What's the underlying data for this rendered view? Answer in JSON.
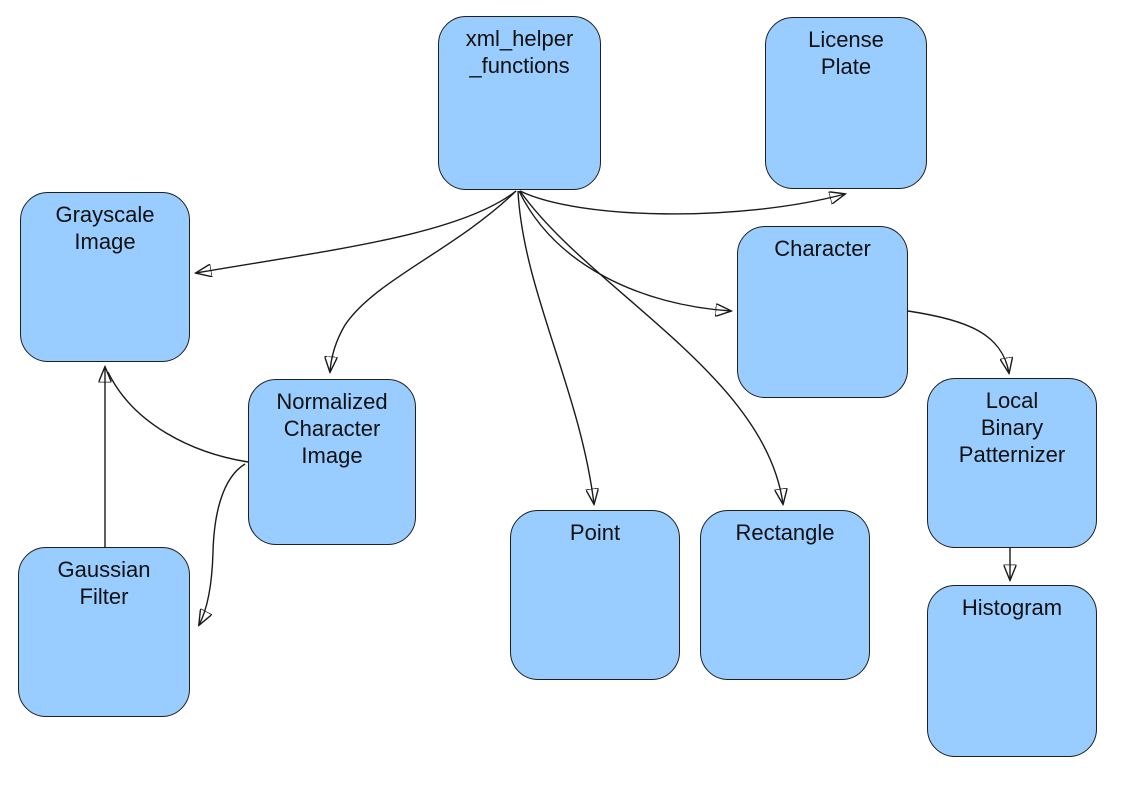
{
  "diagram": {
    "type": "dependency-diagram",
    "colors": {
      "node_fill": "#99CCFF",
      "node_border": "#1F1F1F",
      "edge": "#1A1A1A",
      "background": "#FFFFFF",
      "text": "#111111"
    },
    "nodes": [
      {
        "id": "xml_helper_functions",
        "label": "xml_helper\n_functions"
      },
      {
        "id": "license_plate",
        "label": "License\nPlate"
      },
      {
        "id": "grayscale_image",
        "label": "Grayscale\nImage"
      },
      {
        "id": "character",
        "label": "Character"
      },
      {
        "id": "normalized_character_image",
        "label": "Normalized\nCharacter\nImage"
      },
      {
        "id": "local_binary_patternizer",
        "label": "Local\nBinary\nPatternizer"
      },
      {
        "id": "point",
        "label": "Point"
      },
      {
        "id": "rectangle",
        "label": "Rectangle"
      },
      {
        "id": "gaussian_filter",
        "label": "Gaussian\nFilter"
      },
      {
        "id": "histogram",
        "label": "Histogram"
      }
    ],
    "edges": [
      {
        "from": "xml_helper_functions",
        "to": "license_plate"
      },
      {
        "from": "xml_helper_functions",
        "to": "grayscale_image"
      },
      {
        "from": "xml_helper_functions",
        "to": "normalized_character_image"
      },
      {
        "from": "xml_helper_functions",
        "to": "character"
      },
      {
        "from": "xml_helper_functions",
        "to": "point"
      },
      {
        "from": "xml_helper_functions",
        "to": "rectangle"
      },
      {
        "from": "character",
        "to": "local_binary_patternizer"
      },
      {
        "from": "local_binary_patternizer",
        "to": "histogram"
      },
      {
        "from": "gaussian_filter",
        "to": "grayscale_image"
      },
      {
        "from": "normalized_character_image",
        "to": "grayscale_image"
      },
      {
        "from": "normalized_character_image",
        "to": "gaussian_filter"
      }
    ]
  }
}
